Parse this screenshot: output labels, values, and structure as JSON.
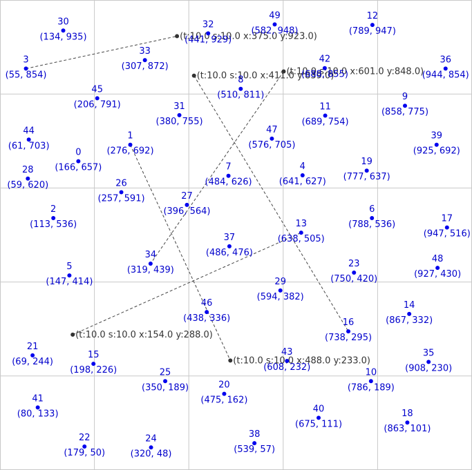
{
  "chart_data": {
    "type": "scatter",
    "xlim": [
      0,
      1000
    ],
    "ylim": [
      0,
      1000
    ],
    "grid": true,
    "colors": {
      "points": "#0000ee",
      "labels": "#0000cc",
      "grid": "#c8c8c8",
      "segments": "#444444"
    },
    "points": [
      {
        "id": "0",
        "x": 166,
        "y": 657,
        "coord": "(166, 657)"
      },
      {
        "id": "1",
        "x": 276,
        "y": 692,
        "coord": "(276, 692)"
      },
      {
        "id": "2",
        "x": 113,
        "y": 536,
        "coord": "(113, 536)"
      },
      {
        "id": "3",
        "x": 55,
        "y": 854,
        "coord": "(55, 854)"
      },
      {
        "id": "4",
        "x": 641,
        "y": 627,
        "coord": "(641, 627)"
      },
      {
        "id": "5",
        "x": 147,
        "y": 414,
        "coord": "(147, 414)"
      },
      {
        "id": "6",
        "x": 788,
        "y": 536,
        "coord": "(788, 536)"
      },
      {
        "id": "7",
        "x": 484,
        "y": 626,
        "coord": "(484, 626)"
      },
      {
        "id": "8",
        "x": 510,
        "y": 811,
        "coord": "(510, 811)"
      },
      {
        "id": "9",
        "x": 858,
        "y": 775,
        "coord": "(858, 775)"
      },
      {
        "id": "10",
        "x": 786,
        "y": 189,
        "coord": "(786, 189)"
      },
      {
        "id": "11",
        "x": 689,
        "y": 754,
        "coord": "(689, 754)"
      },
      {
        "id": "12",
        "x": 789,
        "y": 947,
        "coord": "(789, 947)"
      },
      {
        "id": "13",
        "x": 638,
        "y": 505,
        "coord": "(638, 505)"
      },
      {
        "id": "14",
        "x": 867,
        "y": 332,
        "coord": "(867, 332)"
      },
      {
        "id": "15",
        "x": 198,
        "y": 226,
        "coord": "(198, 226)"
      },
      {
        "id": "16",
        "x": 738,
        "y": 295,
        "coord": "(738, 295)"
      },
      {
        "id": "17",
        "x": 947,
        "y": 516,
        "coord": "(947, 516)"
      },
      {
        "id": "18",
        "x": 863,
        "y": 101,
        "coord": "(863, 101)"
      },
      {
        "id": "19",
        "x": 777,
        "y": 637,
        "coord": "(777, 637)"
      },
      {
        "id": "20",
        "x": 475,
        "y": 162,
        "coord": "(475, 162)"
      },
      {
        "id": "21",
        "x": 69,
        "y": 244,
        "coord": "(69, 244)"
      },
      {
        "id": "22",
        "x": 179,
        "y": 50,
        "coord": "(179, 50)"
      },
      {
        "id": "23",
        "x": 750,
        "y": 420,
        "coord": "(750, 420)"
      },
      {
        "id": "24",
        "x": 320,
        "y": 48,
        "coord": "(320, 48)"
      },
      {
        "id": "25",
        "x": 350,
        "y": 189,
        "coord": "(350, 189)"
      },
      {
        "id": "26",
        "x": 257,
        "y": 591,
        "coord": "(257, 591)"
      },
      {
        "id": "27",
        "x": 396,
        "y": 564,
        "coord": "(396, 564)"
      },
      {
        "id": "28",
        "x": 59,
        "y": 620,
        "coord": "(59, 620)"
      },
      {
        "id": "29",
        "x": 594,
        "y": 382,
        "coord": "(594, 382)"
      },
      {
        "id": "30",
        "x": 134,
        "y": 935,
        "coord": "(134, 935)"
      },
      {
        "id": "31",
        "x": 380,
        "y": 755,
        "coord": "(380, 755)"
      },
      {
        "id": "32",
        "x": 441,
        "y": 929,
        "coord": "(441, 929)"
      },
      {
        "id": "33",
        "x": 307,
        "y": 872,
        "coord": "(307, 872)"
      },
      {
        "id": "34",
        "x": 319,
        "y": 439,
        "coord": "(319, 439)"
      },
      {
        "id": "35",
        "x": 908,
        "y": 230,
        "coord": "(908, 230)"
      },
      {
        "id": "36",
        "x": 944,
        "y": 854,
        "coord": "(944, 854)"
      },
      {
        "id": "37",
        "x": 486,
        "y": 476,
        "coord": "(486, 476)"
      },
      {
        "id": "38",
        "x": 539,
        "y": 57,
        "coord": "(539, 57)"
      },
      {
        "id": "39",
        "x": 925,
        "y": 692,
        "coord": "(925, 692)"
      },
      {
        "id": "40",
        "x": 675,
        "y": 111,
        "coord": "(675, 111)"
      },
      {
        "id": "41",
        "x": 80,
        "y": 133,
        "coord": "(80, 133)"
      },
      {
        "id": "42",
        "x": 688,
        "y": 855,
        "coord": "(688, 855)"
      },
      {
        "id": "43",
        "x": 608,
        "y": 232,
        "coord": "(608, 232)"
      },
      {
        "id": "44",
        "x": 61,
        "y": 703,
        "coord": "(61, 703)"
      },
      {
        "id": "45",
        "x": 206,
        "y": 791,
        "coord": "(206, 791)"
      },
      {
        "id": "46",
        "x": 438,
        "y": 336,
        "coord": "(438, 336)"
      },
      {
        "id": "47",
        "x": 576,
        "y": 705,
        "coord": "(576, 705)"
      },
      {
        "id": "48",
        "x": 927,
        "y": 430,
        "coord": "(927, 430)"
      },
      {
        "id": "49",
        "x": 582,
        "y": 948,
        "coord": "(582, 948)"
      }
    ],
    "samples": [
      {
        "x": 375,
        "y": 923,
        "label": "(t:10.0 s:10.0 x:375.0 y:923.0)"
      },
      {
        "x": 411,
        "y": 839,
        "label": "(t:10.0 s:10.0 x:411.0 y:839.0)"
      },
      {
        "x": 601,
        "y": 848,
        "label": "(t:10.0 s:10.0 x:601.0 y:848.0)"
      },
      {
        "x": 154,
        "y": 288,
        "label": "(t:10.0 s:10.0 x:154.0 y:288.0)"
      },
      {
        "x": 488,
        "y": 233,
        "label": "(t:10.0 s:10.0 x:488.0 y:233.0)"
      }
    ],
    "segments": [
      {
        "from": {
          "x": 55,
          "y": 854
        },
        "to": {
          "x": 375,
          "y": 923
        }
      },
      {
        "from": {
          "x": 411,
          "y": 839
        },
        "to": {
          "x": 738,
          "y": 295
        }
      },
      {
        "from": {
          "x": 601,
          "y": 848
        },
        "to": {
          "x": 319,
          "y": 439
        }
      },
      {
        "from": {
          "x": 154,
          "y": 288
        },
        "to": {
          "x": 638,
          "y": 505
        }
      },
      {
        "from": {
          "x": 276,
          "y": 692
        },
        "to": {
          "x": 488,
          "y": 233
        }
      }
    ]
  }
}
